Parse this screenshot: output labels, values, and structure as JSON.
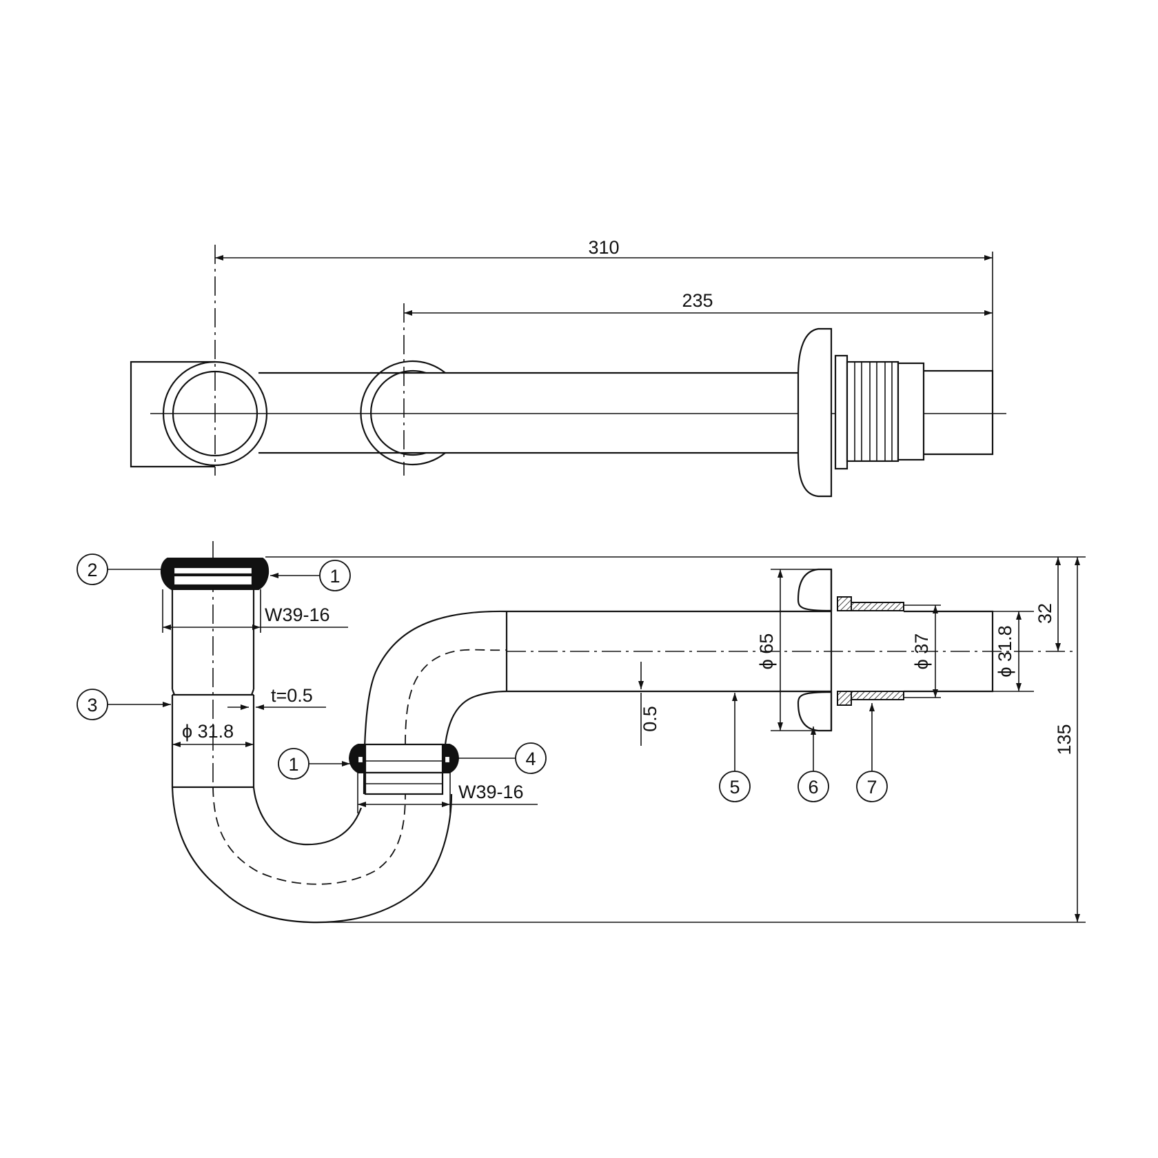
{
  "dimensions": {
    "overall_length": "310",
    "pipe_length": "235",
    "inlet_thread": "W39-16",
    "outlet_thread": "W39-16",
    "wall_thickness": "t=0.5",
    "inlet_diameter": "ϕ 31.8",
    "flange_diameter": "ϕ 65",
    "nut_diameter": "ϕ 37",
    "outlet_diameter": "ϕ 31.8",
    "pipe_wall": "0.5",
    "centerline_height": "32",
    "overall_height": "135"
  },
  "parts": {
    "p1": "1",
    "p2": "2",
    "p3": "3",
    "p4": "4",
    "p5": "5",
    "p6": "6",
    "p7": "7"
  }
}
